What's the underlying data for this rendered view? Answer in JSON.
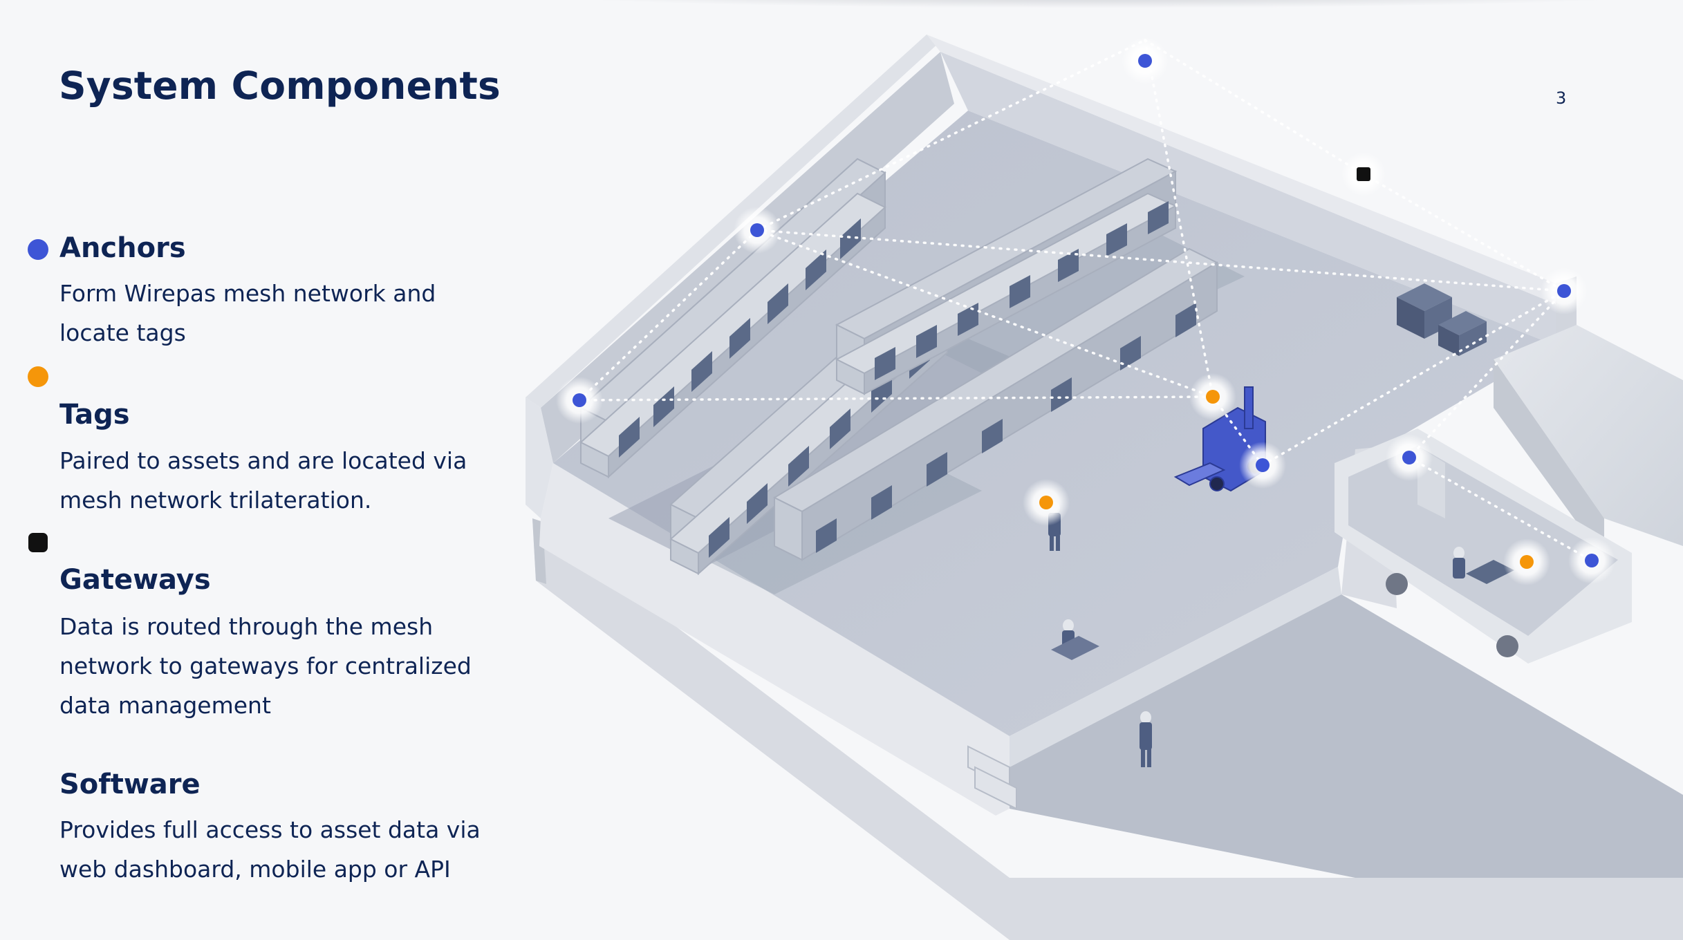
{
  "slide": {
    "title": "System Components",
    "page_number": "3"
  },
  "components": [
    {
      "heading": "Anchors",
      "description": "Form Wirepas mesh network and locate tags",
      "marker_color": "#3d55d6",
      "marker_shape": "circle"
    },
    {
      "heading": "Tags",
      "description": "Paired to assets and are located via mesh network trilateration.",
      "marker_color": "#f5960a",
      "marker_shape": "circle"
    },
    {
      "heading": "Gateways",
      "description": "Data is routed through the mesh network to gateways for centralized data management",
      "marker_color": "#111111",
      "marker_shape": "square"
    },
    {
      "heading": "Software",
      "description": "Provides full access to asset data via web dashboard, mobile app or API"
    }
  ],
  "colors": {
    "heading": "#0e2454",
    "anchor": "#3d55d6",
    "tag": "#f5960a",
    "gateway": "#111111",
    "background": "#f6f7f9"
  },
  "illustration": {
    "subject": "isometric-warehouse",
    "icons": [
      "anchor-node-icon",
      "tag-node-icon",
      "gateway-node-icon",
      "forklift-icon",
      "worker-icon",
      "truck-icon",
      "shelf-icon"
    ]
  }
}
